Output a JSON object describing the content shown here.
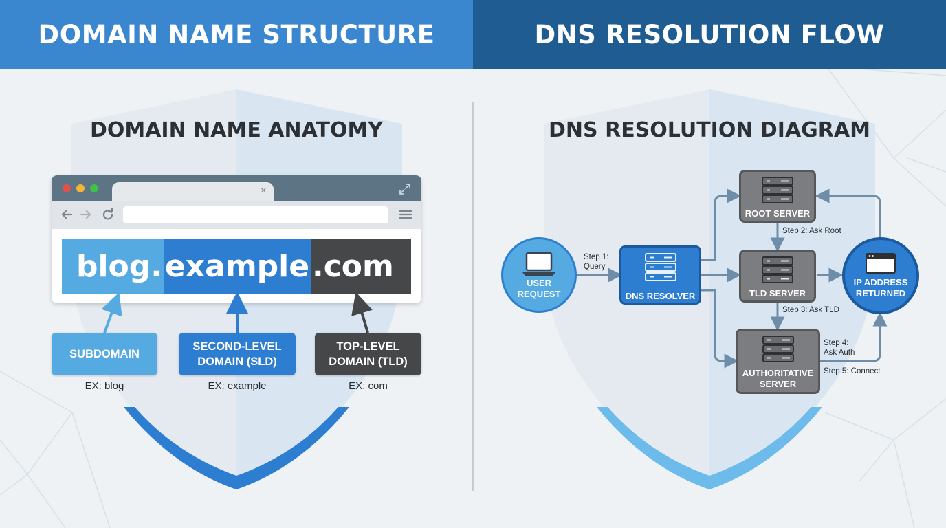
{
  "headers": {
    "left": "DOMAIN NAME STRUCTURE",
    "right": "DNS RESOLUTION FLOW"
  },
  "anatomy": {
    "title": "DOMAIN NAME ANATOMY",
    "url_parts": {
      "subdomain": "blog.",
      "sld": "example",
      "tld": ".com"
    },
    "labels": [
      {
        "title": "SUBDOMAIN",
        "example": "EX: blog",
        "color": "#56aae2"
      },
      {
        "title": "SECOND-LEVEL DOMAIN (SLD)",
        "example": "EX: example",
        "color": "#2d7dd0"
      },
      {
        "title": "TOP-LEVEL DOMAIN (TLD)",
        "example": "EX: com",
        "color": "#454749"
      }
    ],
    "browser": {
      "close_symbol": "×"
    }
  },
  "dns": {
    "title": "DNS RESOLUTION DIAGRAM",
    "nodes": {
      "user_request": "USER REQUEST",
      "dns_resolver": "DNS RESOLVER",
      "root_server": "ROOT SERVER",
      "tld_server": "TLD SERVER",
      "authoritative_server": "AUTHORITATIVE SERVER",
      "ip_returned": "IP ADDRESS RETURNED"
    },
    "steps": {
      "step1": "Step 1: Query",
      "step2": "Step 2: Ask Root",
      "step3": "Step 3: Ask TLD",
      "step4": "Step 4: Ask Auth",
      "step5": "Step 5: Connect"
    }
  },
  "colors": {
    "header_left": "#3a86cf",
    "header_right": "#1f5c91",
    "accent_blue": "#2d7dd0",
    "light_blue": "#56aae2",
    "dark_gray": "#454749",
    "server_gray": "#7b7d80"
  }
}
